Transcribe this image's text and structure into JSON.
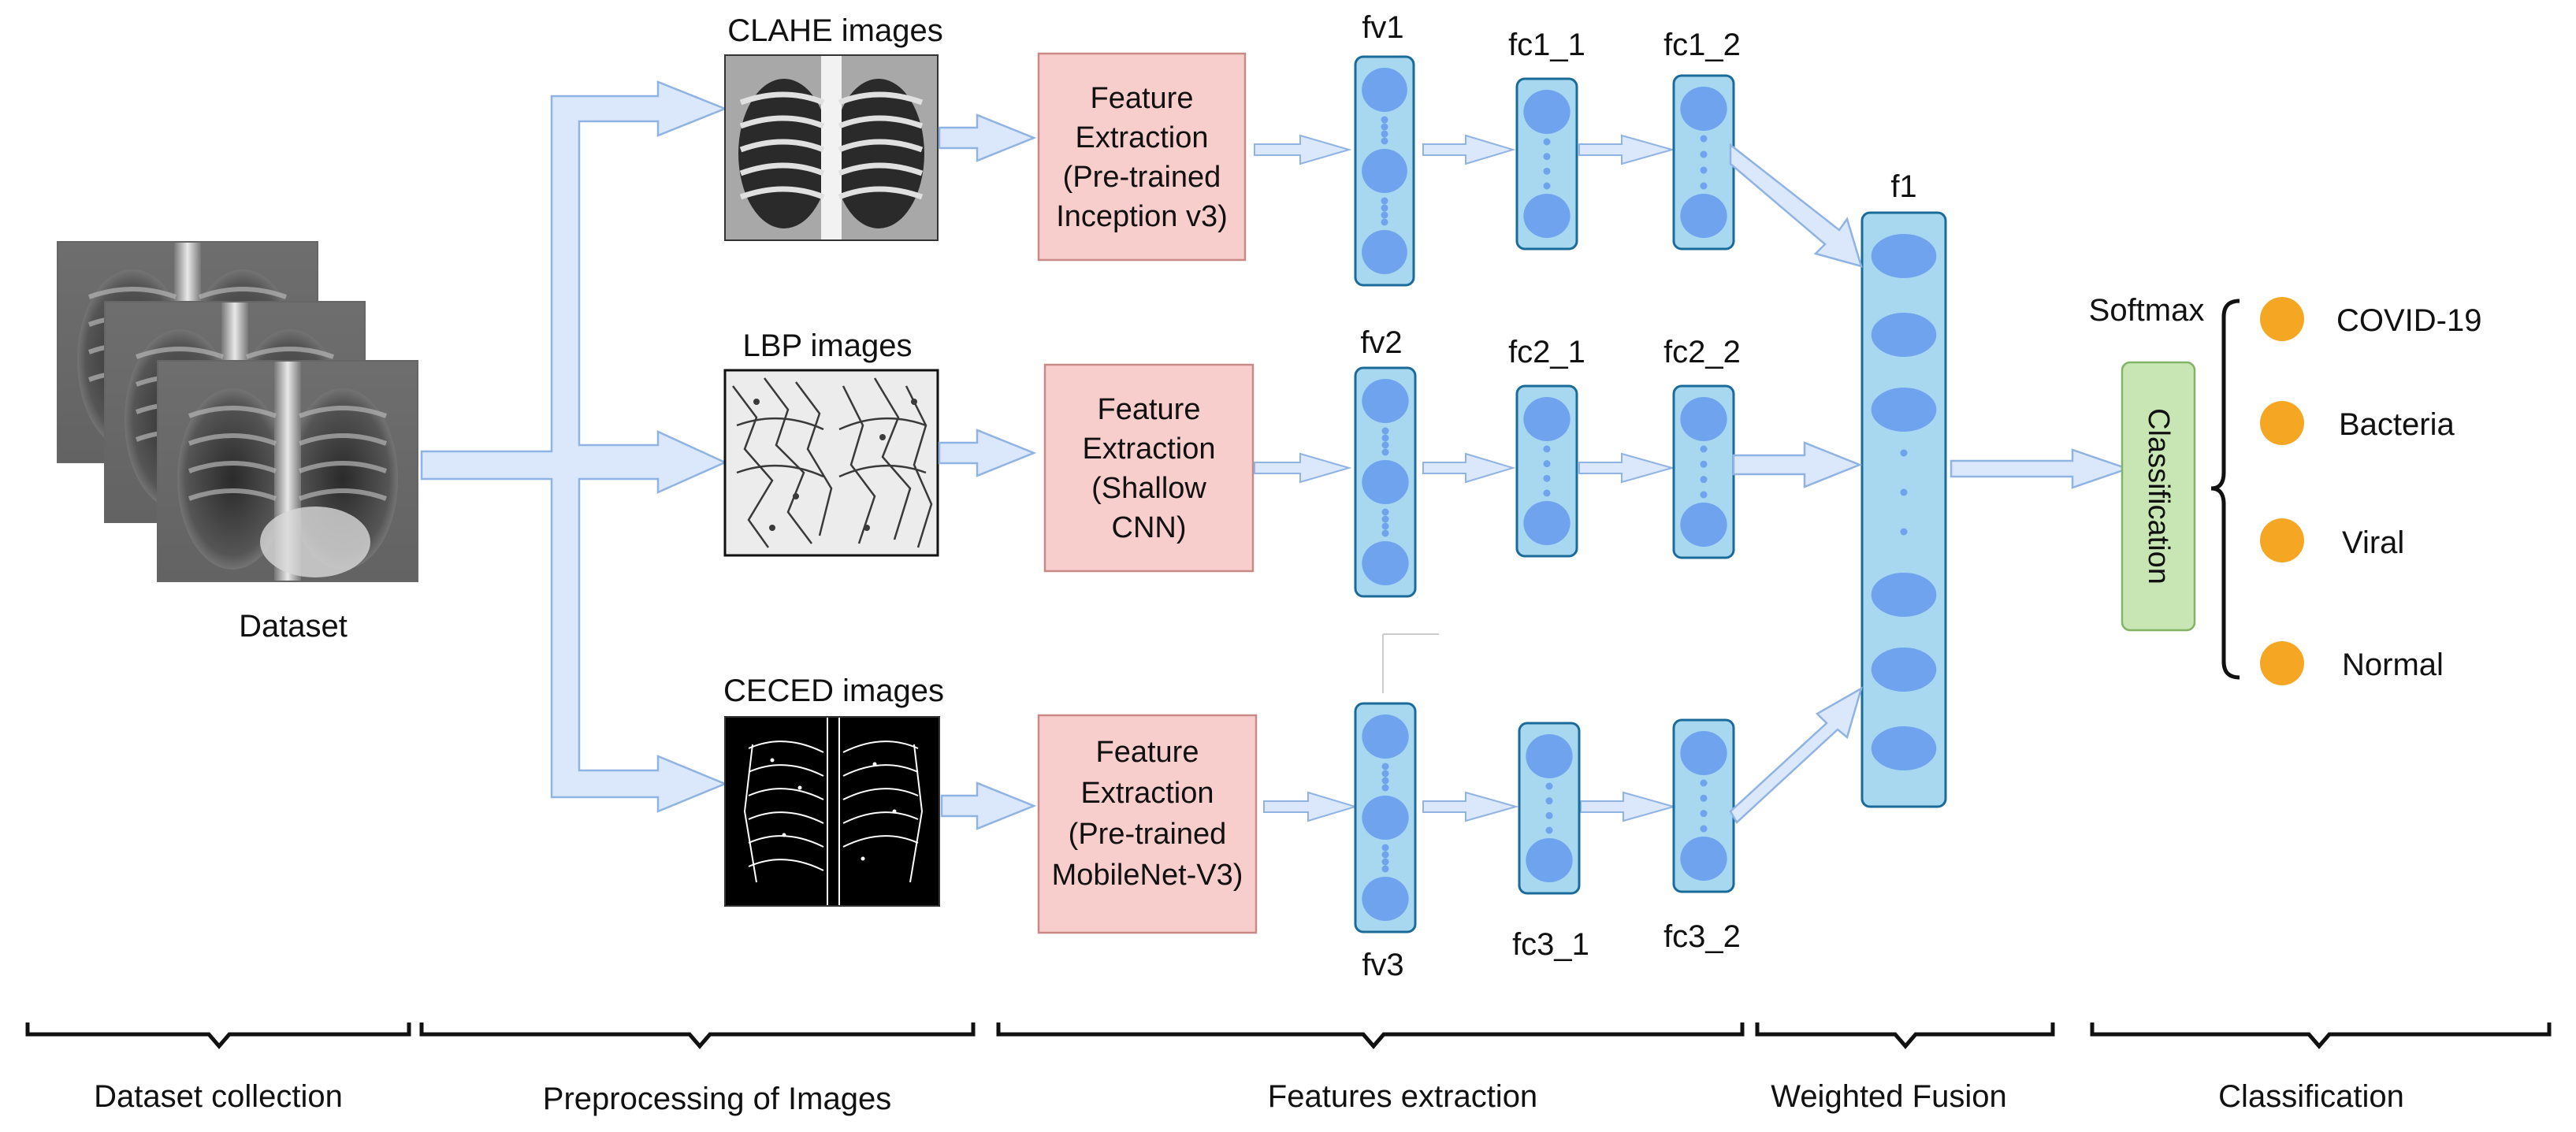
{
  "colors": {
    "arrow_fill": "#dbe8fb",
    "arrow_stroke": "#8fb3e3",
    "fe_box_fill": "#f8cecc",
    "fe_box_stroke": "#c88a87",
    "vector_fill": "#a8d8f0",
    "vector_stroke": "#1b6b9a",
    "node_fill": "#6fa3ee",
    "class_box_fill": "#c8e6b4",
    "class_box_stroke": "#82b366",
    "output_dot": "#f5a623",
    "brace": "#111111"
  },
  "dataset": {
    "label": "Dataset"
  },
  "preprocessing": {
    "clahe_label": "CLAHE images",
    "lbp_label": "LBP images",
    "ceced_label": "CECED images"
  },
  "feature_extractors": {
    "fe1": [
      "Feature",
      "Extraction",
      "(Pre-trained",
      "Inception v3)"
    ],
    "fe2": [
      "Feature",
      "Extraction",
      "(Shallow",
      "CNN)"
    ],
    "fe3": [
      "Feature",
      "Extraction",
      "(Pre-trained",
      "MobileNet-V3)"
    ]
  },
  "vectors": {
    "fv1": "fv1",
    "fc1_1": "fc1_1",
    "fc1_2": "fc1_2",
    "fv2": "fv2",
    "fc2_1": "fc2_1",
    "fc2_2": "fc2_2",
    "fv3": "fv3",
    "fc3_1": "fc3_1",
    "fc3_2": "fc3_2",
    "f1": "f1"
  },
  "classifier": {
    "softmax_label": "Softmax",
    "box_label": "Classification",
    "outputs": [
      "COVID-19",
      "Bacteria",
      "Viral",
      "Normal"
    ]
  },
  "stages": [
    "Dataset collection",
    "Preprocessing of Images",
    "Features extraction",
    "Weighted Fusion",
    "Classification"
  ]
}
